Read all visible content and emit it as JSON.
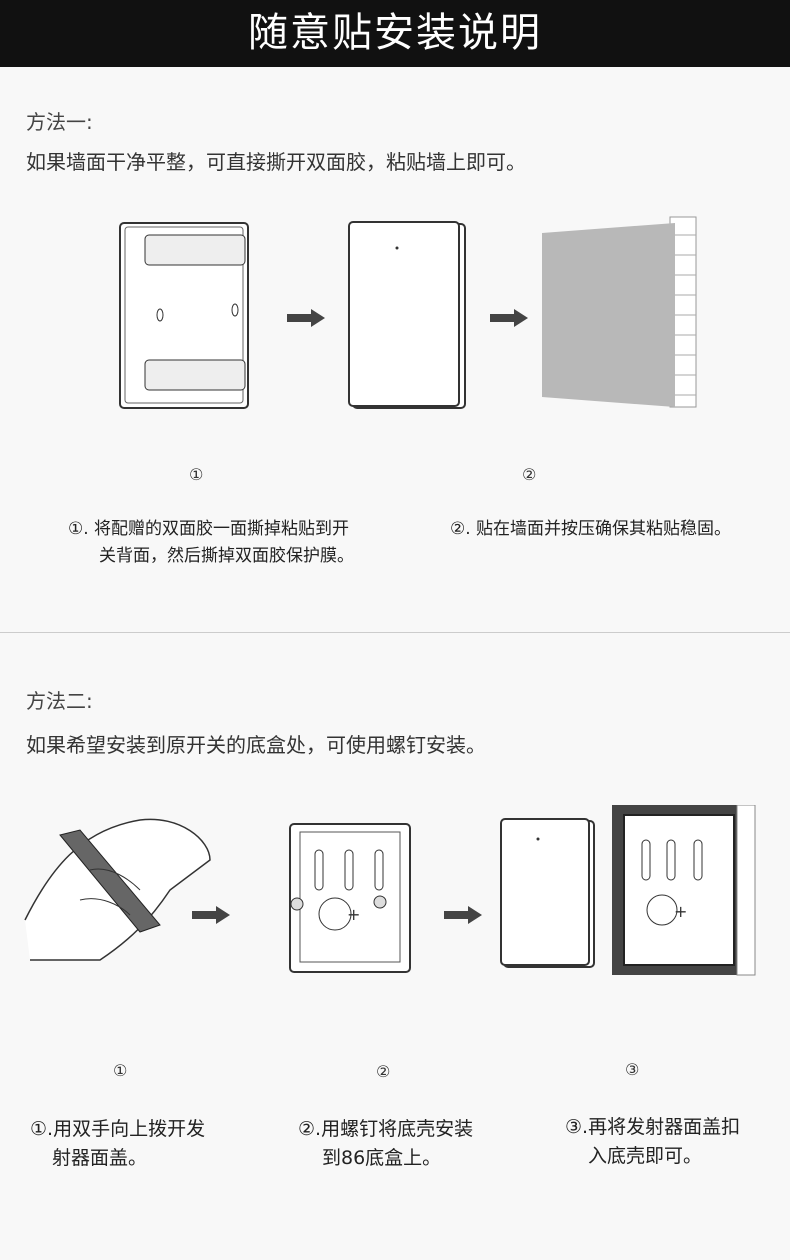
{
  "title": "随意贴安装说明",
  "method1": {
    "heading": "方法一:",
    "description": "如果墙面干净平整，可直接撕开双面胶，粘贴墙上即可。",
    "steps": [
      {
        "num": "①",
        "caption_line1": "①. 将配赠的双面胶一面撕掉粘贴到开",
        "caption_line2": "关背面，然后撕掉双面胶保护膜。"
      },
      {
        "num": "②",
        "caption_line1": "②. 贴在墙面并按压确保其粘贴稳固。",
        "caption_line2": ""
      }
    ]
  },
  "method2": {
    "heading": "方法二:",
    "description": "如果希望安装到原开关的底盒处，可使用螺钉安装。",
    "steps": [
      {
        "num": "①",
        "caption_line1": "①.用双手向上拨开发",
        "caption_line2": "射器面盖。"
      },
      {
        "num": "②",
        "caption_line1": "②.用螺钉将底壳安装",
        "caption_line2": "到86底盒上。"
      },
      {
        "num": "③",
        "caption_line1": "③.再将发射器面盖扣",
        "caption_line2": "入底壳即可。"
      }
    ]
  }
}
